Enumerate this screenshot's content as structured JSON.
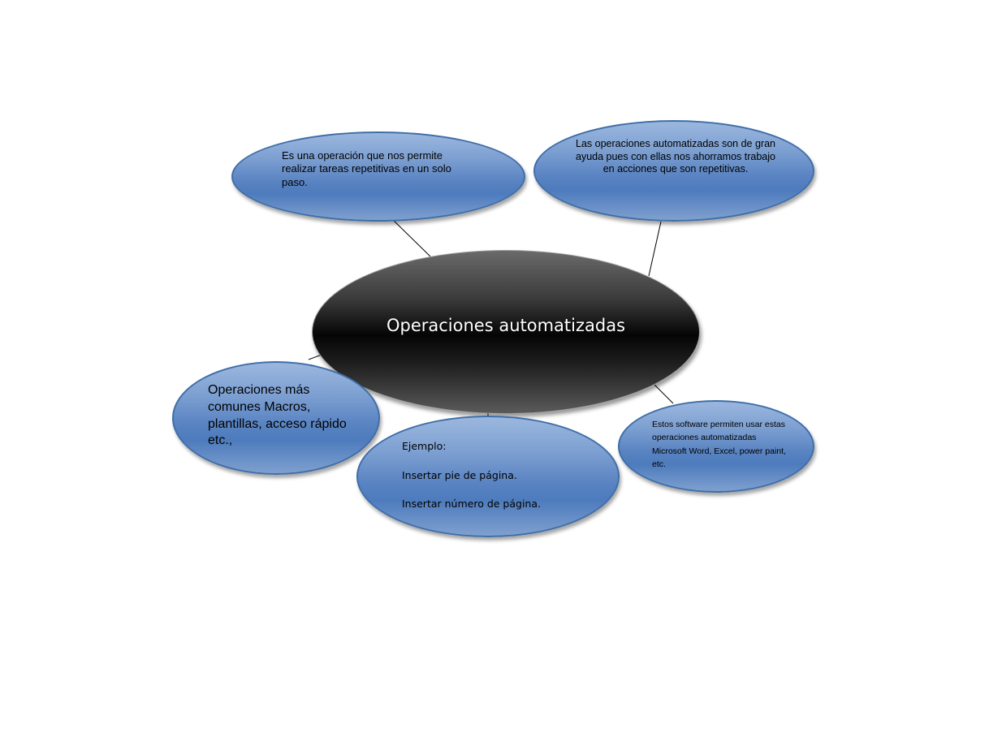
{
  "central": {
    "title": "Operaciones automatizadas"
  },
  "nodes": {
    "definition": "Es una operación que nos permite realizar tareas repetitivas en un solo paso.",
    "benefit": "Las operaciones automatizadas son de gran ayuda pues con ellas nos ahorramos trabajo en acciones que son repetitivas.",
    "common": "Operaciones más comunes  Macros, plantillas, acceso rápido etc.,",
    "example": {
      "heading": "Ejemplo:",
      "item1": "Insertar pie de página.",
      "item2": "Insertar número de página."
    },
    "software": "Estos software permiten usar estas operaciones automatizadas Microsoft Word, Excel, power paint,  etc."
  },
  "colors": {
    "bubble_fill": "#5a84c2",
    "bubble_border": "#3f6ea8",
    "central_fill": "#050505",
    "connector": "#000000"
  }
}
